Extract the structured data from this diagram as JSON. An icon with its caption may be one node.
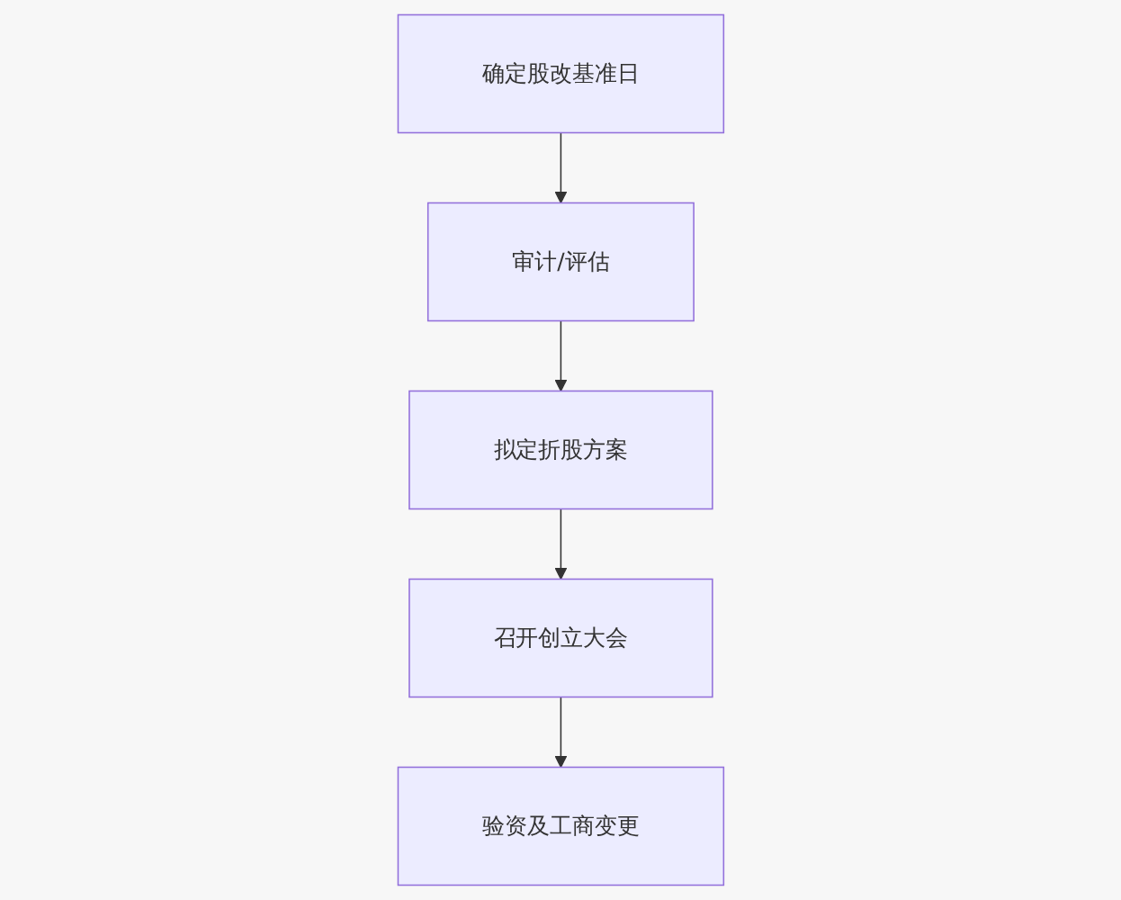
{
  "diagram": {
    "nodes": [
      {
        "text": [
          "确定股改基准日"
        ]
      },
      {
        "text": [
          "审计/评估"
        ]
      },
      {
        "text": [
          "拟定折股方案"
        ]
      },
      {
        "text": [
          "召开创立大会"
        ]
      },
      {
        "text": [
          "验资及工商变更"
        ]
      }
    ],
    "edges": [
      {
        "from": 0,
        "to": 1,
        "arrow": "to"
      },
      {
        "from": 1,
        "to": 2,
        "arrow": "to"
      },
      {
        "from": 2,
        "to": 3,
        "arrow": "to"
      },
      {
        "from": 3,
        "to": 4,
        "arrow": "to"
      }
    ]
  }
}
